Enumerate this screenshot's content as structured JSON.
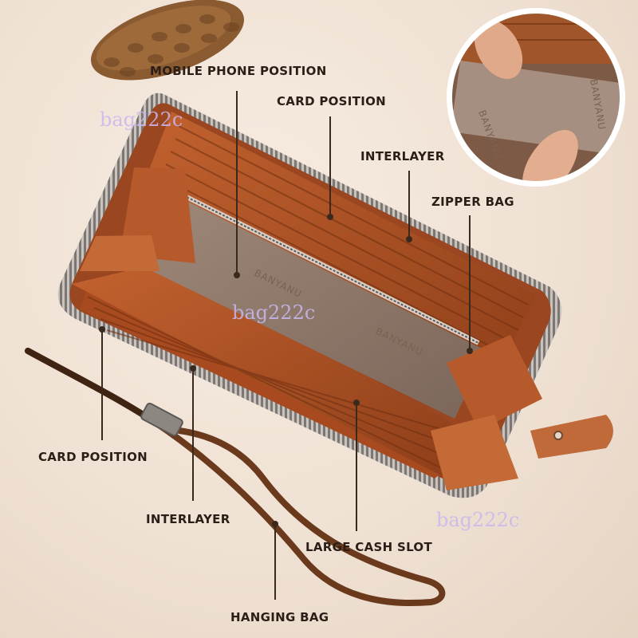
{
  "callouts": {
    "mobile_phone_position": "MOBILE PHONE POSITION",
    "card_position_top": "CARD POSITION",
    "interlayer_top": "INTERLAYER",
    "zipper_bag": "ZIPPER BAG",
    "card_position_left": "CARD POSITION",
    "interlayer_bottom": "INTERLAYER",
    "large_cash_slot": "LARGE CASH SLOT",
    "hanging_bag": "HANGING BAG"
  },
  "watermark": "bag222c",
  "brand_stamp": "BANYANU",
  "colors": {
    "background": "#efe1d3",
    "leather": "#b5562a",
    "leather_dark": "#8a3c18",
    "lining": "#8f7a6c",
    "text": "#2a1e16"
  }
}
